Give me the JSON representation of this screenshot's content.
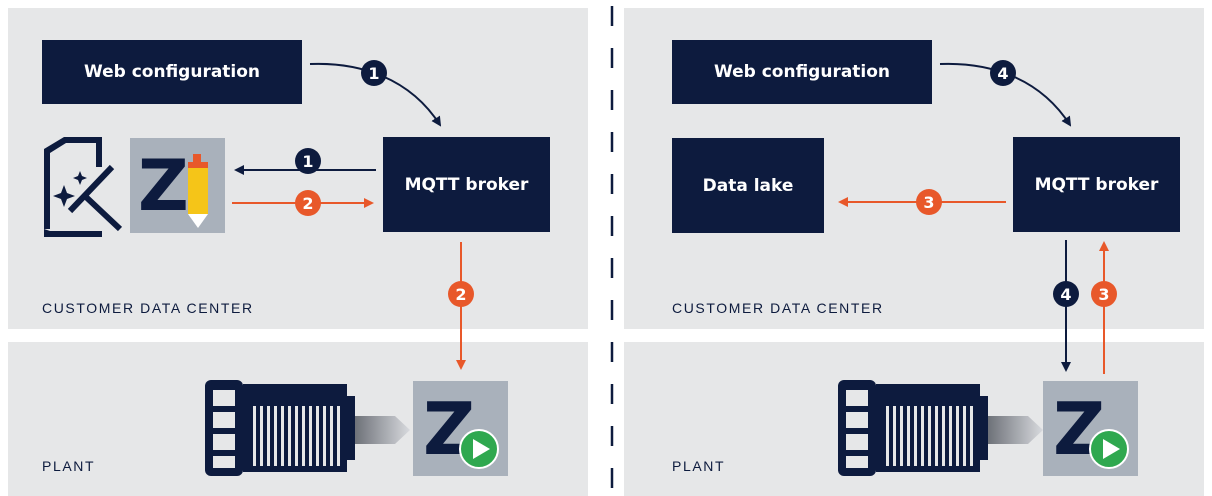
{
  "left": {
    "web_config_label": "Web configuration",
    "broker_label": "MQTT broker",
    "datacenter_label": "CUSTOMER DATA CENTER",
    "plant_label": "PLANT"
  },
  "right": {
    "web_config_label": "Web configuration",
    "broker_label": "MQTT broker",
    "datalake_label": "Data lake",
    "datacenter_label": "CUSTOMER DATA CENTER",
    "plant_label": "PLANT"
  },
  "steps": {
    "s1": "1",
    "s2": "2",
    "s3": "3",
    "s4": "4"
  },
  "icons": {
    "z_letter": "Z",
    "document_wand": "document-wand-icon",
    "pencil": "pencil-icon",
    "play": "play-icon",
    "machine": "machine-icon"
  },
  "colors": {
    "navy": "#0d1b3e",
    "orange": "#e8582a",
    "panel_gray": "#e6e7e8",
    "green": "#2fa84f"
  }
}
